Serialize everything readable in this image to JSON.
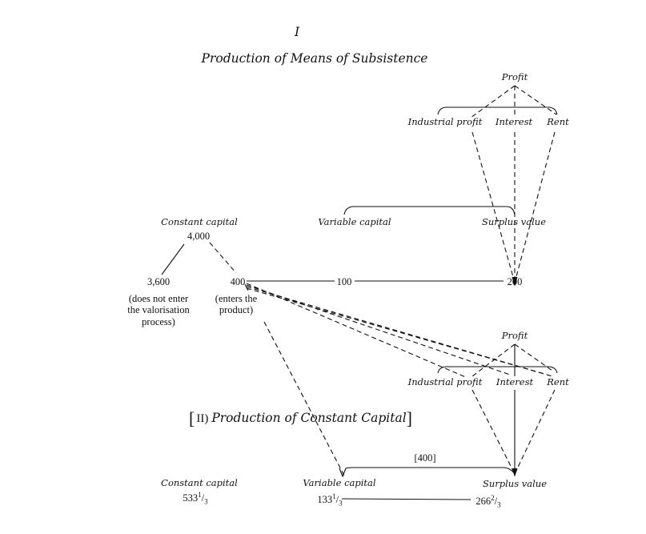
{
  "section_one": {
    "numeral": "I",
    "title": "Production of Means of Subsistence",
    "profit": "Profit",
    "industrial_profit": "Industrial profit",
    "interest": "Interest",
    "rent": "Rent",
    "variable_capital": "Variable capital",
    "surplus_value": "Surplus value",
    "constant_capital": "Constant capital",
    "constant_capital_value": "4,000",
    "part_not_entering": "3,600",
    "part_not_entering_note": [
      "(does not enter",
      "the valorisation",
      "process)"
    ],
    "part_entering": "400",
    "part_entering_note": [
      "(enters the",
      "product)"
    ],
    "variable_value": "100",
    "surplus_value_value": "200"
  },
  "section_two": {
    "bracket_open": "[",
    "numeral": "II)",
    "title": "Production of Constant Capital",
    "bracket_close": "]",
    "profit": "Profit",
    "industrial_profit": "Industrial profit",
    "interest": "Interest",
    "rent": "Rent",
    "exchange_value": "[400]",
    "constant_capital": "Constant capital",
    "constant_capital_whole": "533",
    "constant_capital_frac_num": "1",
    "constant_capital_frac_den": "3",
    "variable_capital": "Variable capital",
    "variable_whole": "133",
    "variable_frac_num": "1",
    "variable_frac_den": "3",
    "surplus_value": "Surplus value",
    "surplus_whole": "266",
    "surplus_frac_num": "2",
    "surplus_frac_den": "3"
  }
}
